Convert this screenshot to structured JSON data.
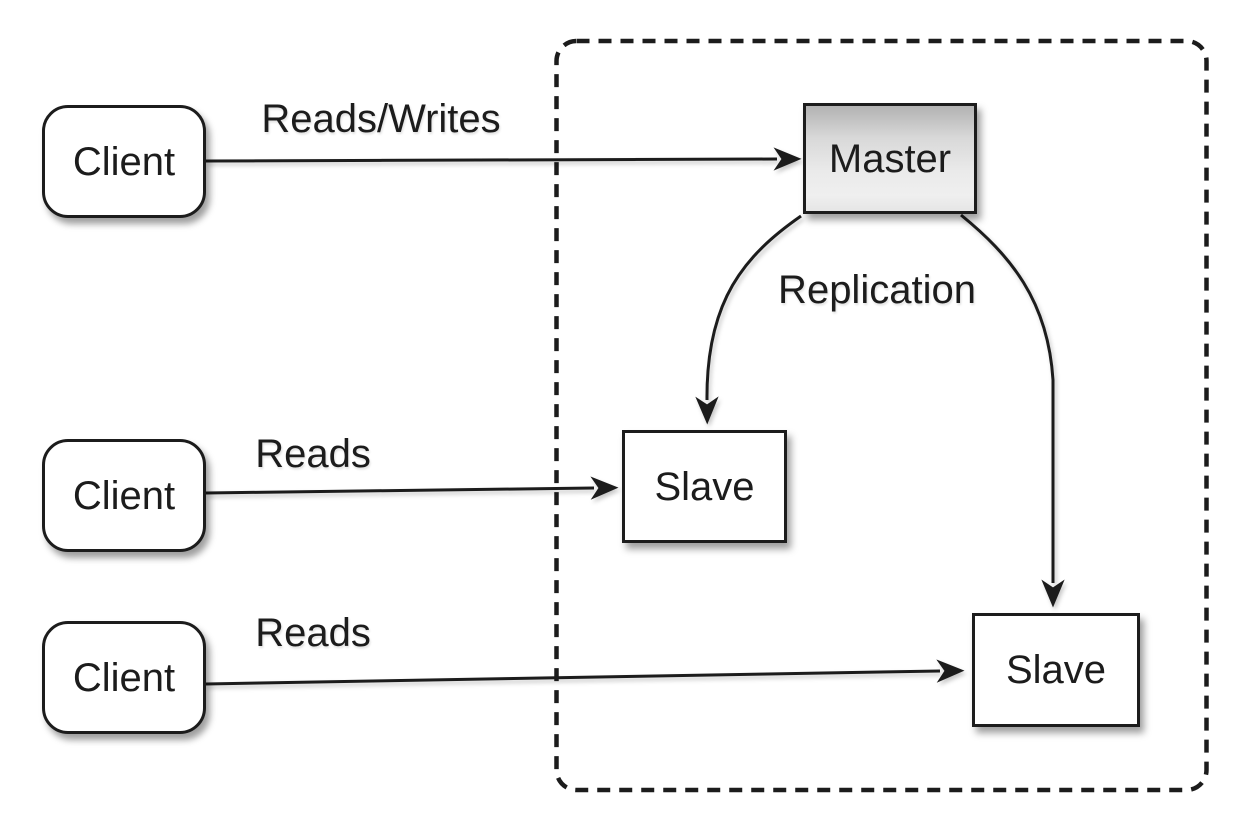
{
  "diagram": {
    "description": "Master-slave replication diagram",
    "nodes": {
      "client_top": {
        "label": "Client"
      },
      "client_middle": {
        "label": "Client"
      },
      "client_bottom": {
        "label": "Client"
      },
      "master": {
        "label": "Master"
      },
      "slave_left": {
        "label": "Slave"
      },
      "slave_right": {
        "label": "Slave"
      }
    },
    "edge_labels": {
      "reads_writes": "Reads/Writes",
      "reads_middle": "Reads",
      "reads_bottom": "Reads",
      "replication": "Replication"
    },
    "colors": {
      "ink": "#1c1c1c",
      "node_fill": "#ffffff",
      "master_gradient_top": "#b2b2b2",
      "master_gradient_bottom": "#efefef",
      "background": "#ffffff"
    }
  }
}
